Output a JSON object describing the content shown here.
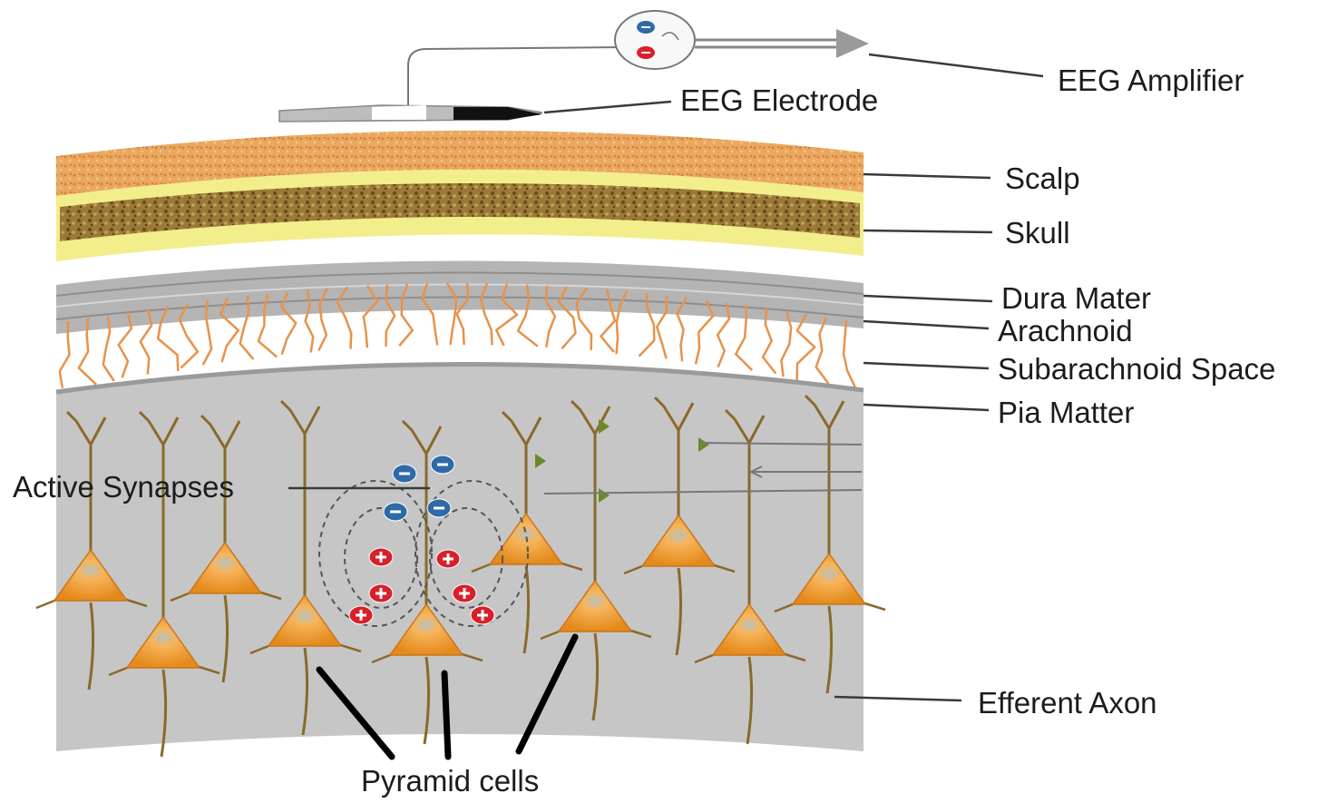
{
  "labels": {
    "eeg_amplifier": "EEG Amplifier",
    "eeg_electrode": "EEG Electrode",
    "scalp": "Scalp",
    "skull": "Skull",
    "dura_mater": "Dura Mater",
    "arachnoid": "Arachnoid",
    "subarachnoid_space": "Subarachnoid Space",
    "pia_matter": "Pia Matter",
    "active_synapses": "Active Synapses",
    "efferent_axon": "Efferent Axon",
    "pyramid_cells": "Pyramid cells"
  },
  "colors": {
    "scalp": "#e9a75a",
    "skull_band": "#f3ee8c",
    "skull_bone": "#8a6a2c",
    "dura": "#a9a9a9",
    "arachnoid_web": "#e8924a",
    "cortex": "#c4c4c4",
    "neuron_body": "#f19a2c",
    "dendrite": "#8a6a2a",
    "negative_ion": "#2e6aa8",
    "positive_ion": "#d8202a"
  },
  "icons": {
    "ion_negative": "minus-ion-icon",
    "ion_positive": "plus-ion-icon",
    "amplifier_arrow": "arrow-right-icon"
  }
}
